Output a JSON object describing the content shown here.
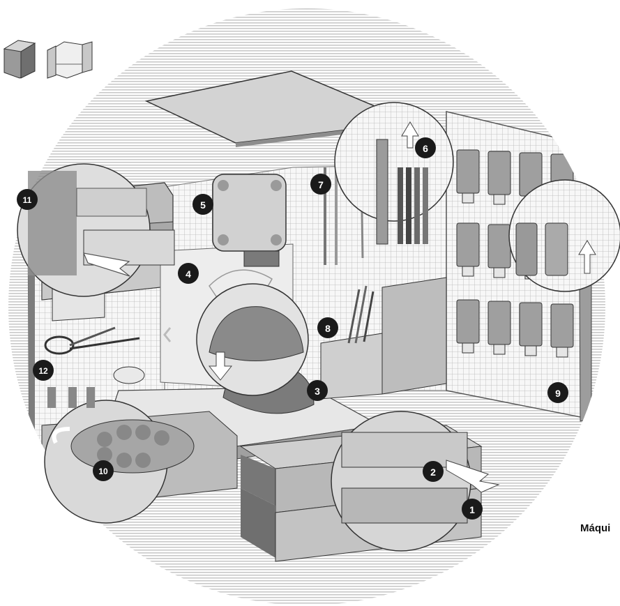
{
  "caption": "Máqui",
  "icons": {
    "closed_box": "closed-cabinet-icon",
    "open_box": "open-cabinet-icon"
  },
  "callouts": [
    {
      "label": "1"
    },
    {
      "label": "2"
    },
    {
      "label": "3"
    },
    {
      "label": "4"
    },
    {
      "label": "5"
    },
    {
      "label": "6"
    },
    {
      "label": "7"
    },
    {
      "label": "8"
    },
    {
      "label": "9"
    },
    {
      "label": "10"
    },
    {
      "label": "11"
    },
    {
      "label": "12"
    }
  ],
  "colors": {
    "badge": "#1a1a1a",
    "stripe": "#cfcfcf",
    "panel": "#eaeaea",
    "dark": "#555555",
    "mid": "#8a8a8a",
    "tube": "#9a9a9a"
  }
}
